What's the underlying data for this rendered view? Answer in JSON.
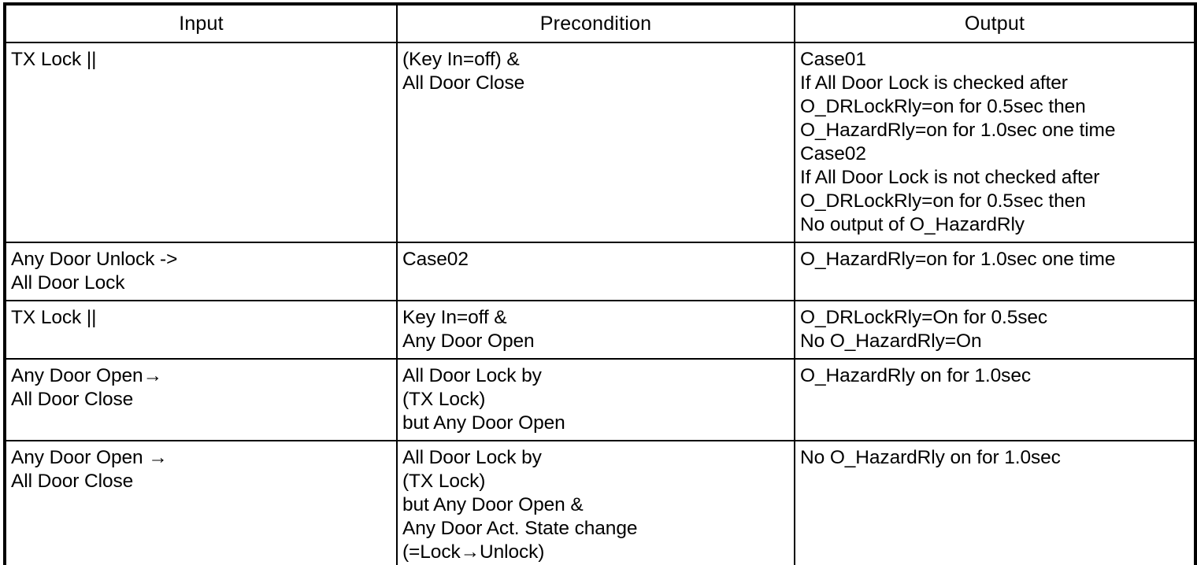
{
  "table": {
    "columns": [
      {
        "key": "input",
        "label": "Input"
      },
      {
        "key": "precondition",
        "label": "Precondition"
      },
      {
        "key": "output",
        "label": "Output"
      }
    ],
    "rows": [
      {
        "input": "TX Lock ||",
        "precondition": "(Key In=off) &\nAll Door Close",
        "output": "Case01\nIf All Door Lock is checked after\nO_DRLockRly=on for 0.5sec then\nO_HazardRly=on for 1.0sec one time\nCase02\nIf All Door Lock is not checked after\nO_DRLockRly=on for 0.5sec then\nNo output of O_HazardRly"
      },
      {
        "input": "Any Door Unlock ->\nAll Door Lock",
        "precondition": "Case02",
        "output": "O_HazardRly=on for 1.0sec one time"
      },
      {
        "input": "TX Lock ||",
        "precondition": "Key In=off &\nAny Door Open",
        "output": "O_DRLockRly=On for 0.5sec\nNo O_HazardRly=On"
      },
      {
        "input": "Any Door Open→\nAll Door Close",
        "precondition": "All Door Lock by\n(TX Lock)\nbut Any Door Open",
        "output": "O_HazardRly on for 1.0sec"
      },
      {
        "input": "Any Door Open →\nAll Door Close",
        "precondition": "All Door Lock by\n(TX Lock)\nbut Any Door Open &\nAny Door Act. State change\n(=Lock→Unlock)",
        "output": "No O_HazardRly on for 1.0sec"
      }
    ]
  },
  "colors": {
    "border": "#000000",
    "text": "#000000",
    "background": "#ffffff"
  }
}
